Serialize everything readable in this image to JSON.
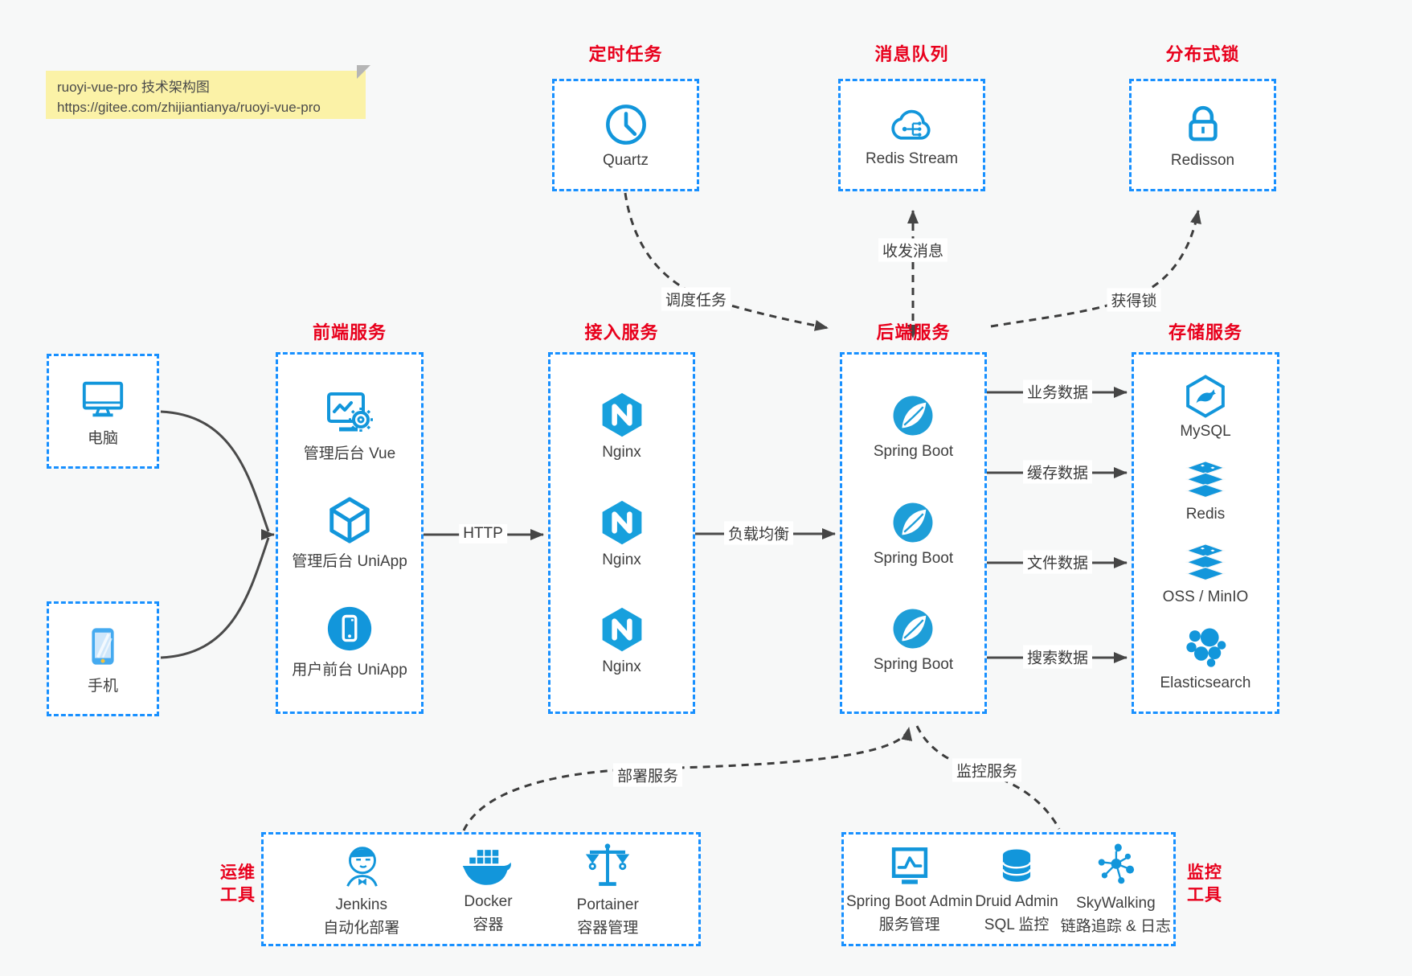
{
  "note": {
    "line1": "ruoyi-vue-pro 技术架构图",
    "line2": "https://gitee.com/zhijiantianya/ruoyi-vue-pro"
  },
  "clients": [
    {
      "icon": "desktop-icon",
      "label": "电脑"
    },
    {
      "icon": "phone-icon",
      "label": "手机"
    }
  ],
  "groups": {
    "schedule": {
      "title": "定时任务",
      "item": {
        "icon": "clock-icon",
        "label": "Quartz"
      }
    },
    "mq": {
      "title": "消息队列",
      "item": {
        "icon": "cloud-stream-icon",
        "label": "Redis Stream"
      }
    },
    "lock": {
      "title": "分布式锁",
      "item": {
        "icon": "lock-icon",
        "label": "Redisson"
      }
    },
    "frontend": {
      "title": "前端服务",
      "items": [
        {
          "icon": "admin-vue-icon",
          "label": "管理后台 Vue"
        },
        {
          "icon": "uniapp-cube-icon",
          "label": "管理后台 UniApp"
        },
        {
          "icon": "user-app-icon",
          "label": "用户前台 UniApp"
        }
      ]
    },
    "gateway": {
      "title": "接入服务",
      "items": [
        {
          "icon": "nginx-icon",
          "label": "Nginx"
        },
        {
          "icon": "nginx-icon",
          "label": "Nginx"
        },
        {
          "icon": "nginx-icon",
          "label": "Nginx"
        }
      ]
    },
    "backend": {
      "title": "后端服务",
      "items": [
        {
          "icon": "spring-boot-icon",
          "label": "Spring Boot"
        },
        {
          "icon": "spring-boot-icon",
          "label": "Spring Boot"
        },
        {
          "icon": "spring-boot-icon",
          "label": "Spring Boot"
        }
      ]
    },
    "storage": {
      "title": "存储服务",
      "items": [
        {
          "icon": "mysql-icon",
          "label": "MySQL"
        },
        {
          "icon": "redis-stack-icon",
          "label": "Redis"
        },
        {
          "icon": "redis-stack-icon",
          "label": "OSS / MinIO"
        },
        {
          "icon": "elasticsearch-icon",
          "label": "Elasticsearch"
        }
      ]
    },
    "ops": {
      "title_line1": "运维",
      "title_line2": "工具",
      "items": [
        {
          "icon": "jenkins-icon",
          "label": "Jenkins",
          "sublabel": "自动化部署"
        },
        {
          "icon": "docker-icon",
          "label": "Docker",
          "sublabel": "容器"
        },
        {
          "icon": "portainer-icon",
          "label": "Portainer",
          "sublabel": "容器管理"
        }
      ]
    },
    "monitor": {
      "title_line1": "监控",
      "title_line2": "工具",
      "items": [
        {
          "icon": "sba-monitor-icon",
          "label": "Spring Boot Admin",
          "sublabel": "服务管理"
        },
        {
          "icon": "druid-db-icon",
          "label": "Druid Admin",
          "sublabel": "SQL 监控"
        },
        {
          "icon": "skywalking-icon",
          "label": "SkyWalking",
          "sublabel": "链路追踪 & 日志"
        }
      ]
    }
  },
  "edges": {
    "http": "HTTP",
    "load_balance": "负载均衡",
    "schedule_task": "调度任务",
    "send_receive": "收发消息",
    "acquire_lock": "获得锁",
    "business_data": "业务数据",
    "cache_data": "缓存数据",
    "file_data": "文件数据",
    "search_data": "搜索数据",
    "deploy_service": "部署服务",
    "monitor_service": "监控服务"
  },
  "colors": {
    "accent_blue": "#1890ff",
    "icon_blue": "#1296db",
    "title_red": "#e8001c",
    "arrow_dark": "#4a4a4a",
    "note_bg": "#fbf2a7",
    "page_bg": "#f7f8f8"
  }
}
